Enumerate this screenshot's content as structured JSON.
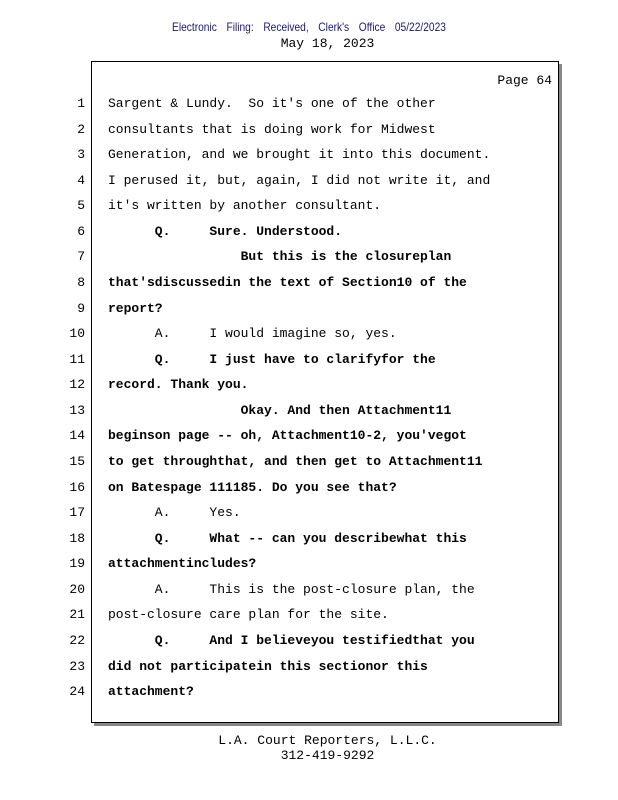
{
  "stamp": "Electronic Filing: Received, Clerk's Office 05/22/2023",
  "date": "May 18, 2023",
  "page_label": "Page 64",
  "lines": [
    {
      "n": "1",
      "t": "Sargent & Lundy.  So it's one of the other",
      "b": false
    },
    {
      "n": "2",
      "t": "consultants that is doing work for Midwest",
      "b": false
    },
    {
      "n": "3",
      "t": "Generation, and we brought it into this document.",
      "b": false
    },
    {
      "n": "4",
      "t": "I perused it, but, again, I did not write it, and",
      "b": false
    },
    {
      "n": "5",
      "t": "it's written by another consultant.",
      "b": false
    },
    {
      "n": "6",
      "t": "      Q.     Sure. Understood.",
      "b": true
    },
    {
      "n": "7",
      "t": "                 But this is the closureplan",
      "b": true
    },
    {
      "n": "8",
      "t": "that'sdiscussedin the text of Section10 of the",
      "b": true
    },
    {
      "n": "9",
      "t": "report?",
      "b": true
    },
    {
      "n": "10",
      "t": "      A.     I would imagine so, yes.",
      "b": false
    },
    {
      "n": "11",
      "t": "      Q.     I just have to clarifyfor the",
      "b": true
    },
    {
      "n": "12",
      "t": "record. Thank you.",
      "b": true
    },
    {
      "n": "13",
      "t": "                 Okay. And then Attachment11",
      "b": true
    },
    {
      "n": "14",
      "t": "beginson page -- oh, Attachment10-2, you'vegot",
      "b": true
    },
    {
      "n": "15",
      "t": "to get throughthat, and then get to Attachment11",
      "b": true
    },
    {
      "n": "16",
      "t": "on Batespage 111185. Do you see that?",
      "b": true
    },
    {
      "n": "17",
      "t": "      A.     Yes.",
      "b": false
    },
    {
      "n": "18",
      "t": "      Q.     What -- can you describewhat this",
      "b": true
    },
    {
      "n": "19",
      "t": "attachmentincludes?",
      "b": true
    },
    {
      "n": "20",
      "t": "      A.     This is the post-closure plan, the",
      "b": false
    },
    {
      "n": "21",
      "t": "post-closure care plan for the site.",
      "b": false
    },
    {
      "n": "22",
      "t": "      Q.     And I believeyou testifiedthat you",
      "b": true
    },
    {
      "n": "23",
      "t": "did not participatein this sectionor this",
      "b": true
    },
    {
      "n": "24",
      "t": "attachment?",
      "b": true
    }
  ],
  "footer": {
    "company": "L.A. Court Reporters, L.L.C.",
    "phone": "312-419-9292"
  }
}
